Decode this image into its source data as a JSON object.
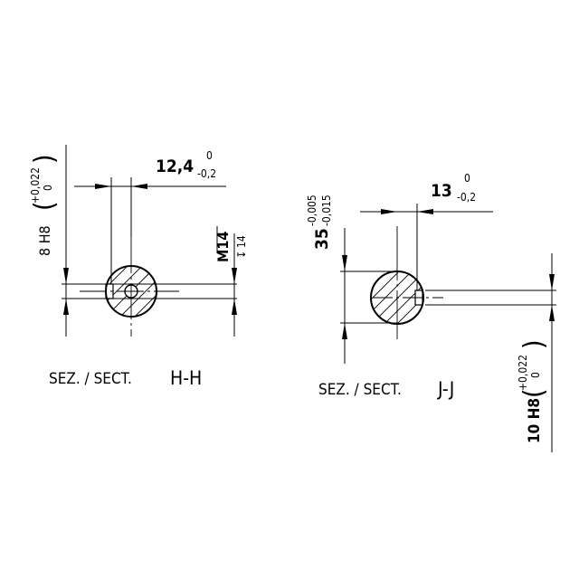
{
  "section_h": {
    "label_prefix": "SEZ. / SECT.",
    "label_letters": "H-H",
    "width_dim": {
      "value": "12,4",
      "tol_upper": "0",
      "tol_lower": "-0,2"
    },
    "bore_dim": {
      "value": "8 H8",
      "tol_upper": "+0,022",
      "tol_lower": "0"
    },
    "thread": {
      "value": "M14",
      "depth_symbol": "↧",
      "depth": "14"
    }
  },
  "section_j": {
    "label_prefix": "SEZ. / SECT.",
    "label_letters": "J-J",
    "width_dim": {
      "value": "13",
      "tol_upper": "0",
      "tol_lower": "-0,2"
    },
    "diameter_dim": {
      "value": "35",
      "tol_upper": "-0,005",
      "tol_lower": "-0,015"
    },
    "bore_dim": {
      "value": "10 H8",
      "tol_upper": "+0,022",
      "tol_lower": "0"
    }
  }
}
